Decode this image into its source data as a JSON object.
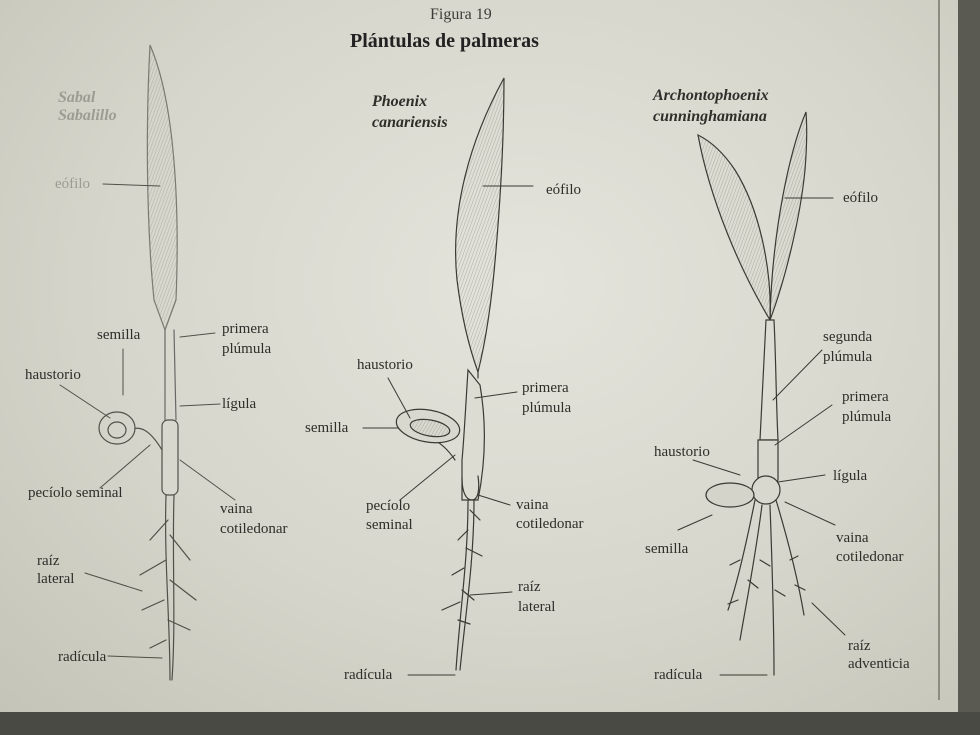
{
  "figure_number": "Figura 19",
  "title": "Plántulas de palmeras",
  "species": {
    "sabal": "Sabal",
    "sabal_2": "Sabalillo",
    "phoenix_1": "Phoenix",
    "phoenix_2": "canariensis",
    "archonto_1": "Archontophoenix",
    "archonto_2": "cunninghamiana"
  },
  "left": {
    "eofilo": "eófilo",
    "semilla": "semilla",
    "primera": "primera",
    "plumula": "plúmula",
    "haustorio": "haustorio",
    "ligula": "lígula",
    "peciolo": "pecíolo seminal",
    "vaina": "vaina",
    "cotiledonar": "cotiledonar",
    "raiz": "raíz",
    "lateral": "lateral",
    "radicula": "radícula"
  },
  "middle": {
    "eofilo": "eófilo",
    "haustorio": "haustorio",
    "primera": "primera",
    "plumula": "plúmula",
    "semilla": "semilla",
    "peciolo": "pecíolo",
    "seminal": "seminal",
    "vaina": "vaina",
    "cotiledonar": "cotiledonar",
    "raiz": "raíz",
    "lateral": "lateral",
    "radicula": "radícula"
  },
  "right": {
    "eofilo": "eófilo",
    "segunda": "segunda",
    "plumula2": "plúmula",
    "primera": "primera",
    "plumula1": "plúmula",
    "haustorio": "haustorio",
    "ligula": "lígula",
    "vaina": "vaina",
    "cotiledonar": "cotiledonar",
    "semilla": "semilla",
    "raiz": "raíz",
    "adventicia": "adventicia",
    "radicula": "radícula"
  },
  "colors": {
    "paper": "#dcdcd2",
    "ink": "#2e2e2a",
    "background": "#3a3a36"
  }
}
